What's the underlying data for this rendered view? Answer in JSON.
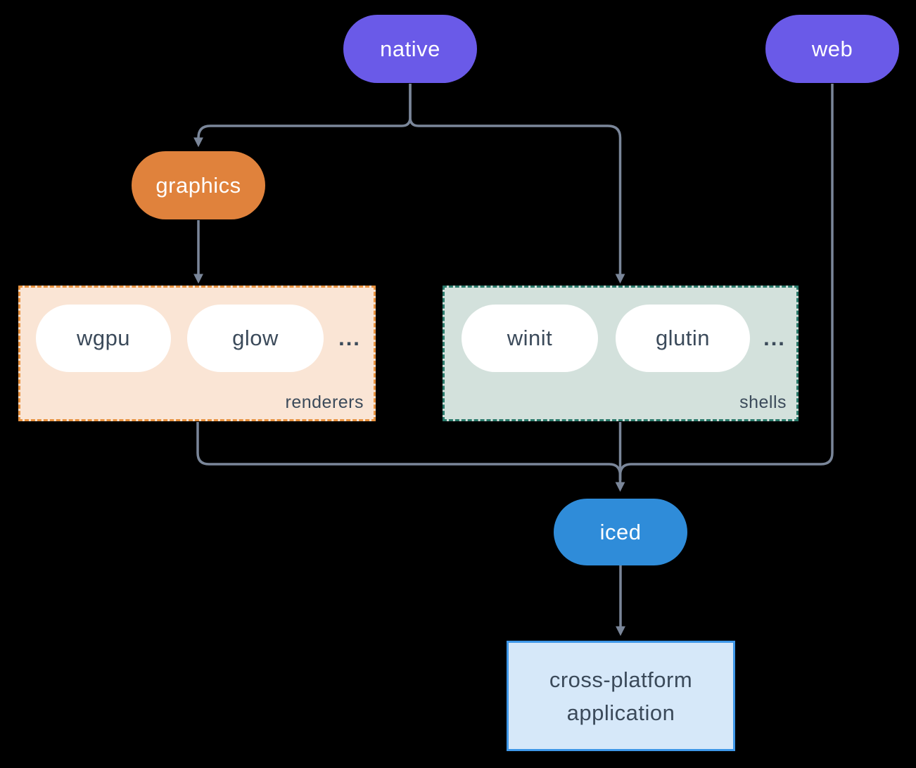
{
  "colors": {
    "line": "#7A8699",
    "purple": "#6A5AE8",
    "orange": "#E0823C",
    "blue": "#2F8CD9",
    "peach_fill": "#FAE5D5",
    "peach_border": "#E8923F",
    "sage_fill": "#D3E1DC",
    "sage_border": "#2A7A6B",
    "app_fill": "#D6E8F9",
    "app_border": "#3E97E8",
    "ink": "#3B4A5A",
    "pill_text": "#FFFFFF"
  },
  "nodes": {
    "native": "native",
    "web": "web",
    "graphics": "graphics",
    "iced": "iced",
    "app_line1": "cross-platform",
    "app_line2": "application"
  },
  "groups": {
    "renderers": {
      "label": "renderers",
      "items": [
        "wgpu",
        "glow"
      ],
      "more": "..."
    },
    "shells": {
      "label": "shells",
      "items": [
        "winit",
        "glutin"
      ],
      "more": "..."
    }
  },
  "edges": [
    {
      "from": "native",
      "to": "graphics"
    },
    {
      "from": "native",
      "to": "shells"
    },
    {
      "from": "graphics",
      "to": "renderers"
    },
    {
      "from": "renderers",
      "to": "iced"
    },
    {
      "from": "shells",
      "to": "iced"
    },
    {
      "from": "web",
      "to": "iced"
    },
    {
      "from": "iced",
      "to": "cross-platform application"
    }
  ]
}
